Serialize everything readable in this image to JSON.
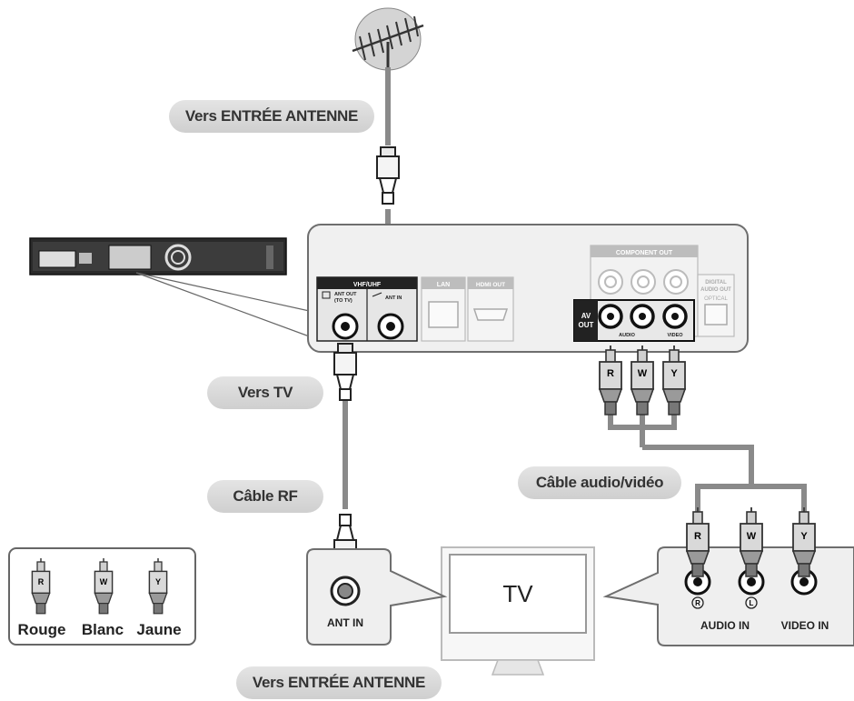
{
  "labels": {
    "antenna_input_top": "Vers ENTRÉE ANTENNE",
    "to_tv": "Vers TV",
    "rf_cable": "Câble RF",
    "av_cable": "Câble audio/vidéo",
    "antenna_input_bottom": "Vers ENTRÉE ANTENNE"
  },
  "player_panel": {
    "vhf_uhf": "VHF/UHF",
    "ant_out": "ANT OUT",
    "ant_out_sub": "(TO TV)",
    "ant_in": "ANT IN",
    "lan": "LAN",
    "hdmi_out": "HDMI OUT",
    "component_out": "COMPONENT OUT",
    "digital_audio_out_1": "DIGITAL",
    "digital_audio_out_2": "AUDIO OUT",
    "optical": "OPTICAL",
    "av_1": "AV",
    "av_2": "OUT",
    "audio": "AUDIO",
    "video": "VIDEO"
  },
  "plugs": {
    "red": "R",
    "white": "W",
    "yellow": "Y"
  },
  "tv": {
    "screen_text": "TV"
  },
  "tv_callout_left": {
    "ant_in": "ANT IN"
  },
  "tv_callout_right": {
    "audio_in": "AUDIO IN",
    "video_in": "VIDEO IN",
    "r_mark": "R",
    "l_mark": "L"
  },
  "legend": {
    "items": [
      {
        "letter": "R",
        "name": "Rouge"
      },
      {
        "letter": "W",
        "name": "Blanc"
      },
      {
        "letter": "Y",
        "name": "Jaune"
      }
    ]
  },
  "colors": {
    "cable": "#8a8a8a",
    "panel_fill": "#efefef",
    "panel_stroke": "#6e6e6e",
    "pill_fill": "#dcdcdc",
    "text": "#222222"
  }
}
